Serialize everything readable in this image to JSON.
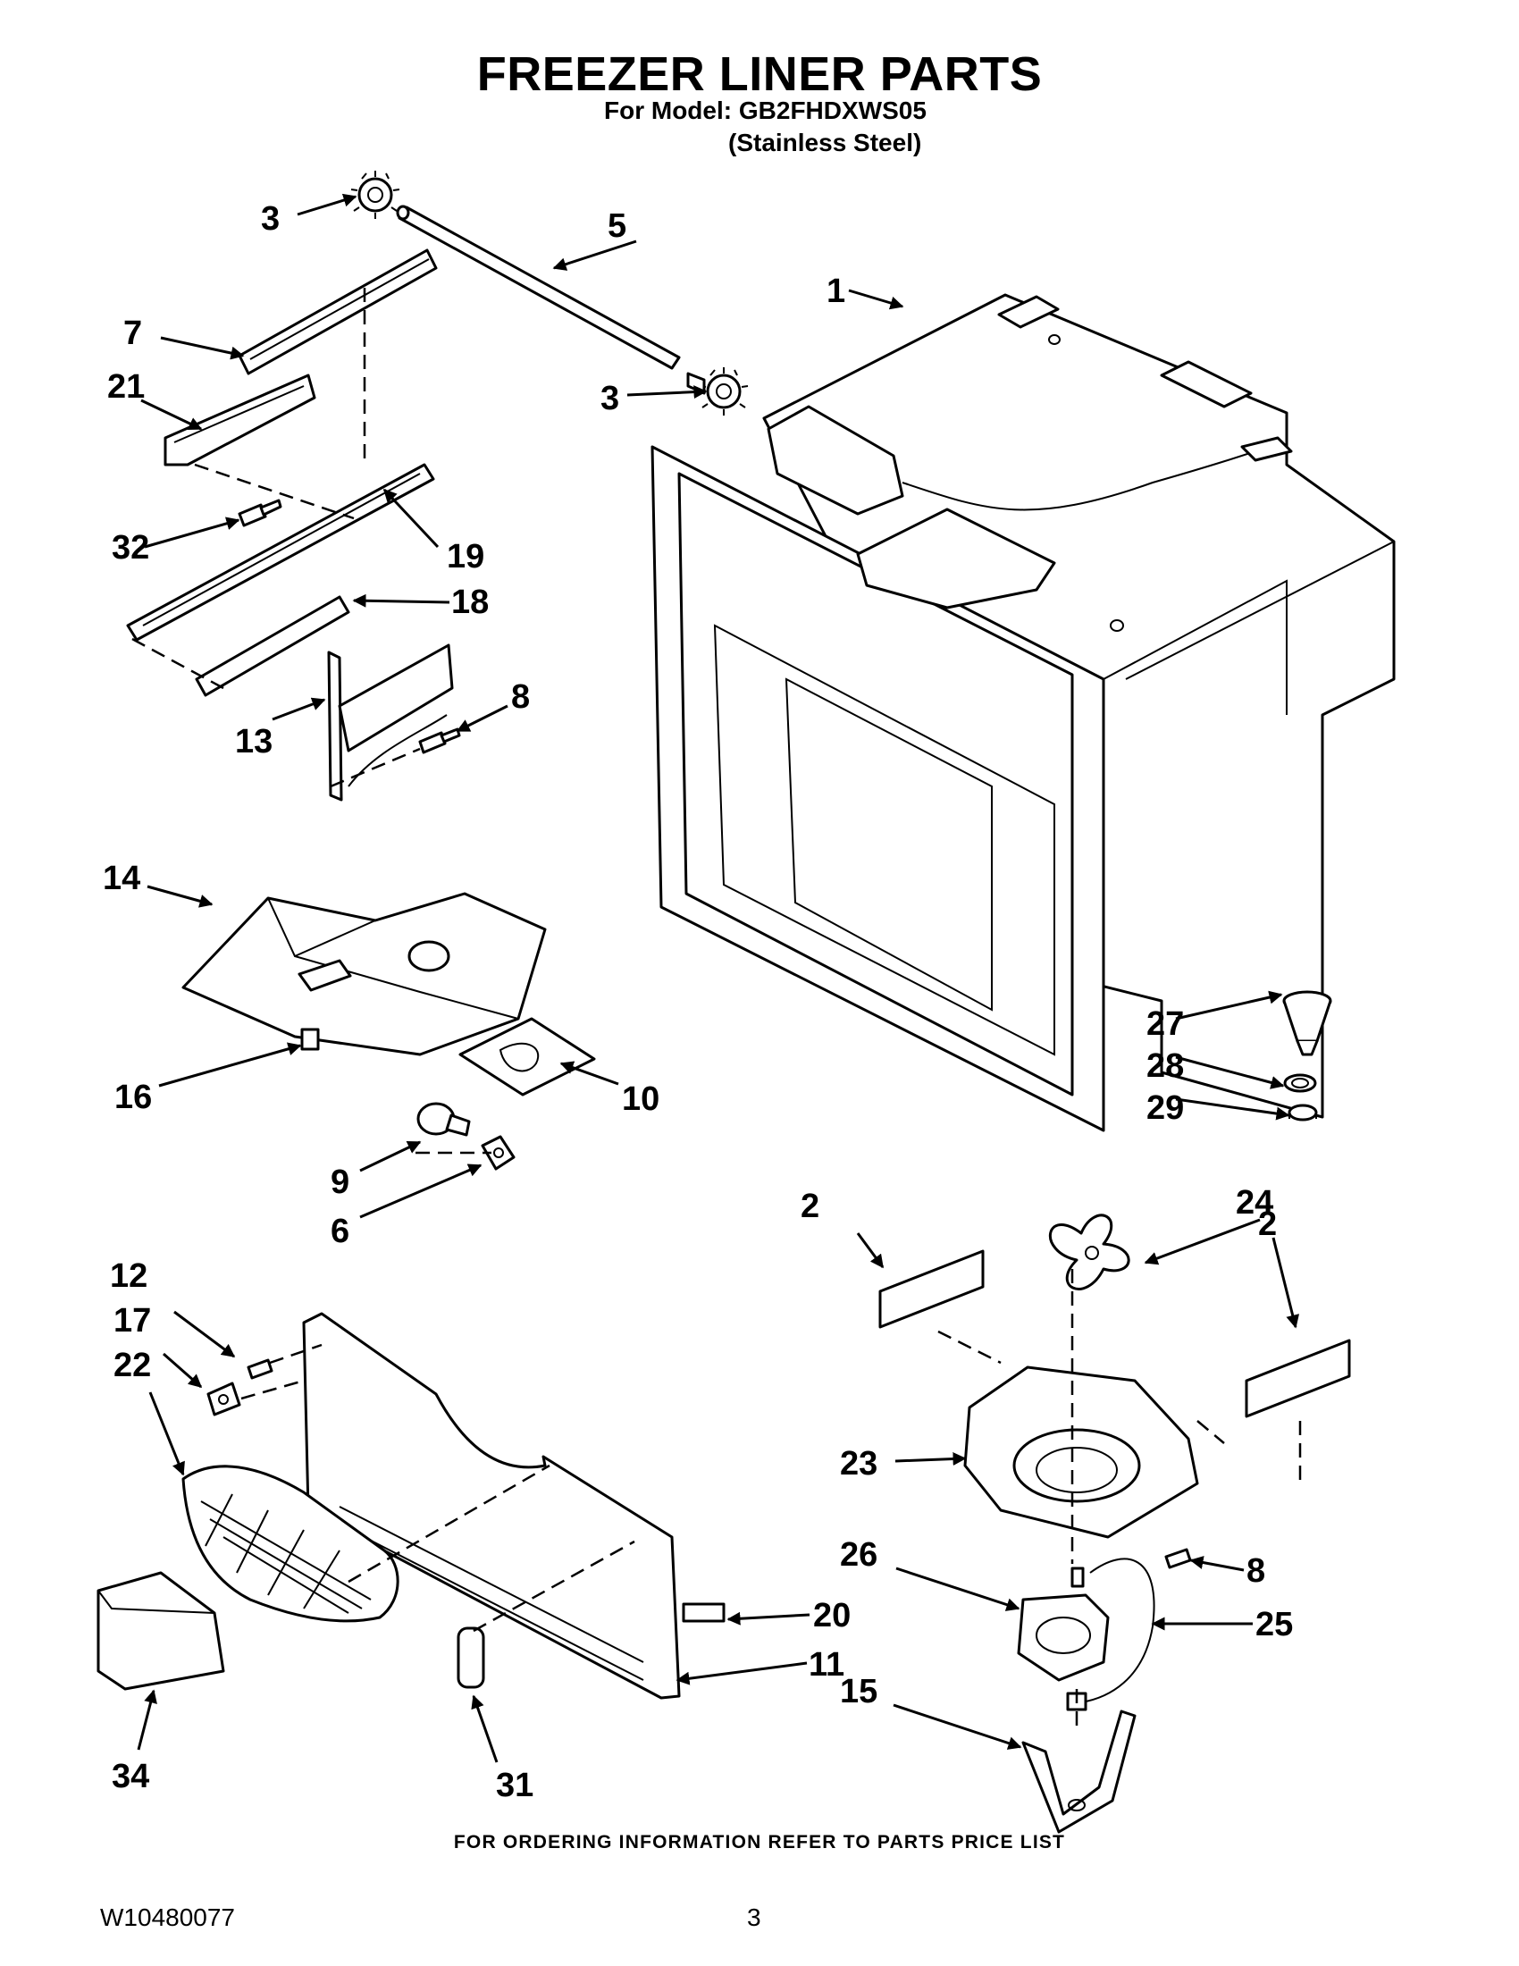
{
  "header": {
    "title": "FREEZER LINER PARTS",
    "model_line": "For Model: GB2FHDXWS05",
    "finish_line": "(Stainless Steel)"
  },
  "callouts": {
    "p1": "1",
    "p2a": "2",
    "p2b": "2",
    "p3a": "3",
    "p3b": "3",
    "p5": "5",
    "p6": "6",
    "p7": "7",
    "p8a": "8",
    "p8b": "8",
    "p9": "9",
    "p10": "10",
    "p11": "11",
    "p12": "12",
    "p13": "13",
    "p14": "14",
    "p15": "15",
    "p16": "16",
    "p17": "17",
    "p18": "18",
    "p19": "19",
    "p20": "20",
    "p21": "21",
    "p22": "22",
    "p23": "23",
    "p24": "24",
    "p25": "25",
    "p26": "26",
    "p27": "27",
    "p28": "28",
    "p29": "29",
    "p31": "31",
    "p32": "32",
    "p34": "34"
  },
  "footer": {
    "ordering_note": "FOR ORDERING INFORMATION REFER TO PARTS PRICE LIST",
    "document_number": "W10480077",
    "page_number": "3"
  }
}
